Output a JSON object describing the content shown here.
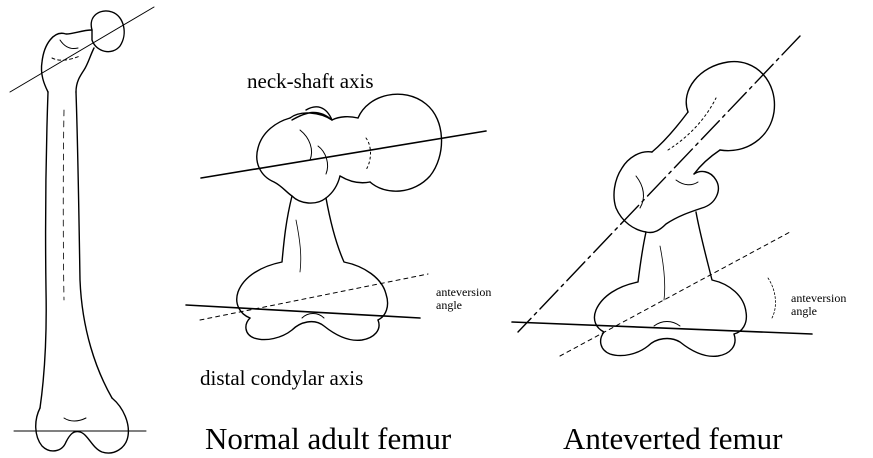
{
  "labels": {
    "neck_shaft_axis": "neck-shaft axis",
    "distal_condylar_axis": "distal condylar axis",
    "anteversion_angle_1": {
      "line1": "anteversion",
      "line2": "angle"
    },
    "anteversion_angle_2": {
      "line1": "anteversion",
      "line2": "angle"
    }
  },
  "captions": {
    "normal": "Normal adult femur",
    "anteverted": "Anteverted femur"
  },
  "colors": {
    "ink": "#000000",
    "background": "#ffffff"
  }
}
